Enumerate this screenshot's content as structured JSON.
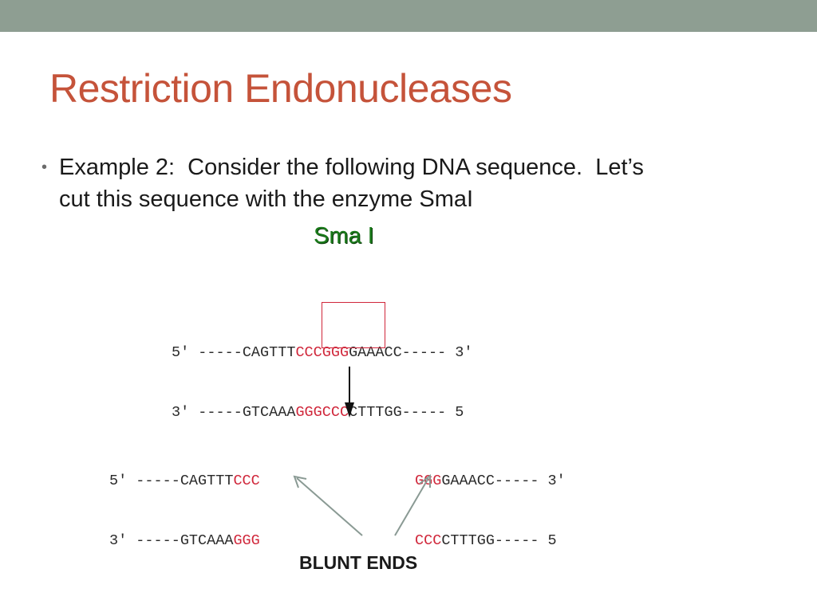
{
  "slide": {
    "title": "Restriction Endonucleases",
    "bullet": {
      "line1": "Example 2:  Consider the following DNA sequence.  Let’s",
      "line2": "cut this sequence with the enzyme SmaI"
    },
    "enzyme_label": "Sma I",
    "caption": "BLUNT ENDS"
  },
  "sequences": {
    "original": {
      "top": {
        "pre": "5' -----CAGTTT",
        "site": "CCCGGG",
        "post": "GAAACC----- 3'"
      },
      "bottom": {
        "pre": "3' -----GTCAAA",
        "site": "GGGCCC",
        "post": "CTTTGG----- 5"
      }
    },
    "left_fragment": {
      "top": {
        "pre": "5' -----CAGTTT",
        "site": "CCC"
      },
      "bottom": {
        "pre": "3' -----GTCAAA",
        "site": "GGG"
      }
    },
    "right_fragment": {
      "top": {
        "site": "GGG",
        "post": "GAAACC----- 3'"
      },
      "bottom": {
        "site": "CCC",
        "post": "CTTTGG----- 5"
      }
    }
  },
  "colors": {
    "title": "#c5533a",
    "top_bar": "#8e9e92",
    "site": "#d0263a",
    "enzyme": "#1a7a1a"
  }
}
